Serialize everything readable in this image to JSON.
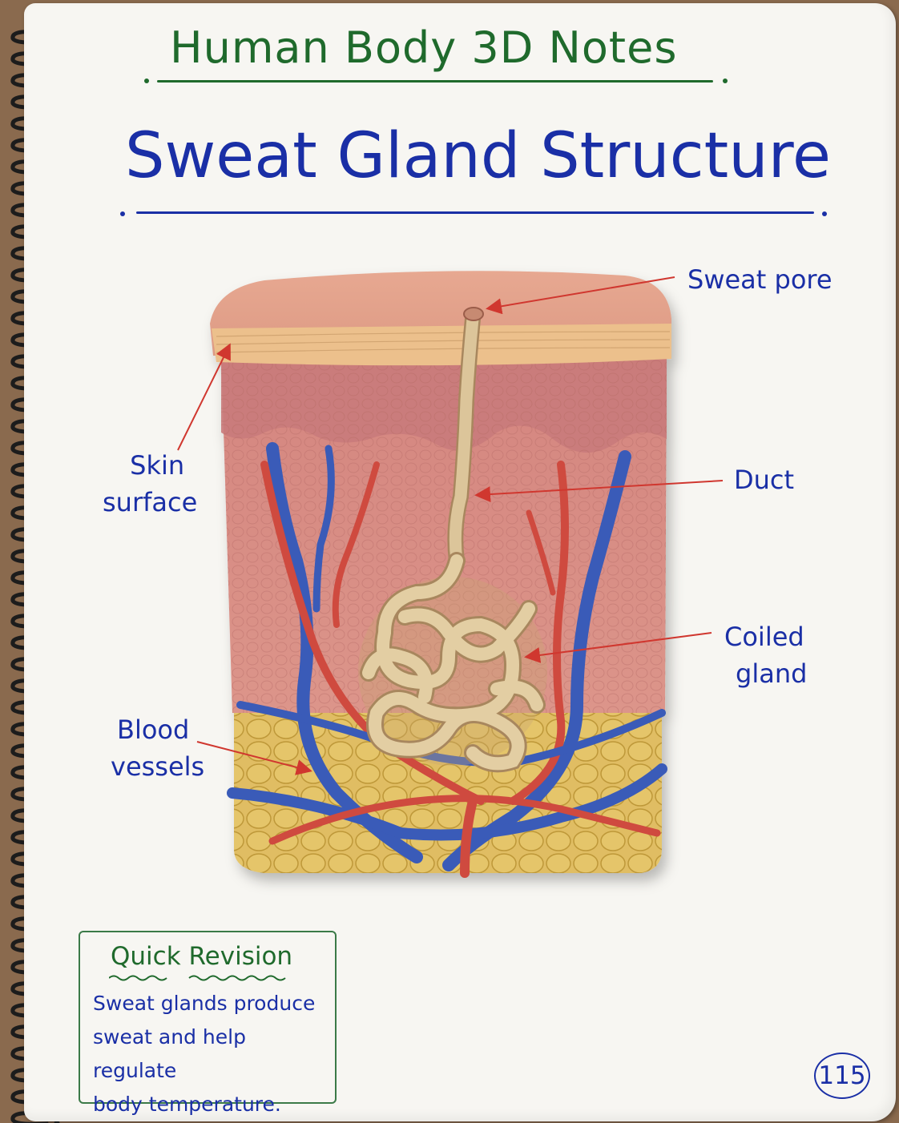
{
  "notebook": {
    "subject_title": "Human Body 3D Notes",
    "page_heading": "Sweat Gland Structure",
    "page_number": "115"
  },
  "labels": {
    "sweat_pore": "Sweat pore",
    "skin_surface": [
      "Skin",
      "surface"
    ],
    "duct": "Duct",
    "coiled_gland": [
      "Coiled",
      "gland"
    ],
    "blood_vessels": [
      "Blood",
      "vessels"
    ]
  },
  "quick_revision": {
    "title": "Quick Revision",
    "lines": [
      "Sweat glands produce",
      "sweat and help regulate",
      "body temperature."
    ]
  },
  "colors": {
    "title_green": "#1f6a2c",
    "heading_blue": "#1a2fa6",
    "arrow_red": "#d0372f",
    "artery_red": "#cf4a3f",
    "vein_blue": "#3a5bb8",
    "epidermis": "#e9b493",
    "dermis": "#d98f86",
    "fat": "#e0bd63",
    "gland": "#dcc59a"
  }
}
